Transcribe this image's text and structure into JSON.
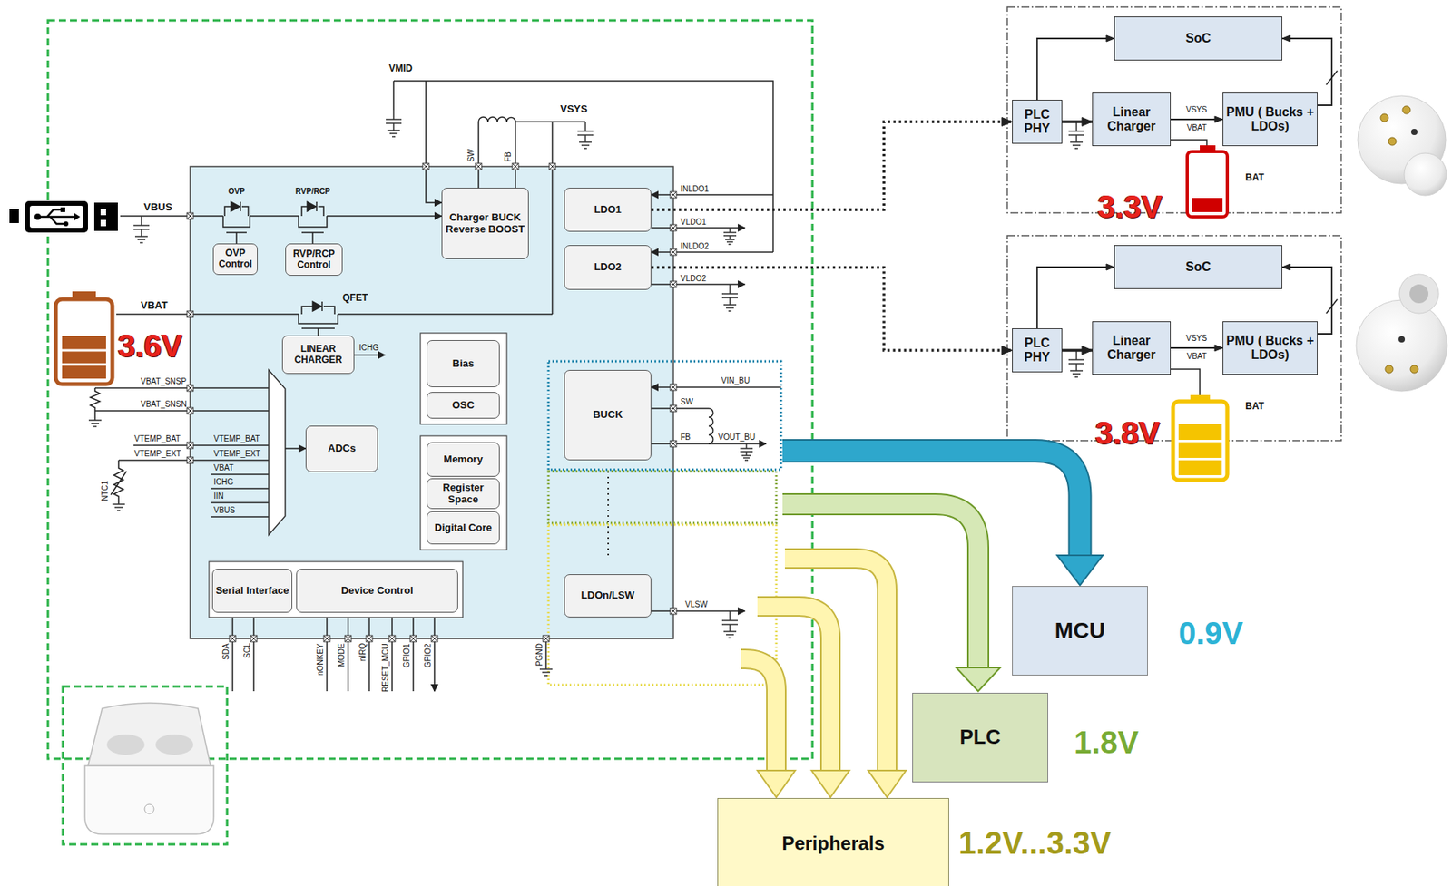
{
  "diagram": {
    "nodes": [
      {
        "text": [
          "Charger BUCK Reverse BOOST"
        ]
      },
      {
        "text": [
          "LDO1"
        ]
      },
      {
        "text": [
          "LDO2"
        ]
      },
      {
        "text": [
          "OVP Control"
        ]
      },
      {
        "text": [
          "RVP/RCP Control"
        ]
      },
      {
        "text": [
          "LINEAR CHARGER"
        ]
      },
      {
        "text": [
          "ADCs"
        ]
      },
      {
        "text": [
          "Bias"
        ]
      },
      {
        "text": [
          "OSC"
        ]
      },
      {
        "text": [
          "Memory"
        ]
      },
      {
        "text": [
          "Register Space"
        ]
      },
      {
        "text": [
          "Digital Core"
        ]
      },
      {
        "text": [
          "BUCK"
        ]
      },
      {
        "text": [
          "LDOn/LSW"
        ]
      },
      {
        "text": [
          "Serial Interface"
        ]
      },
      {
        "text": [
          "Device Control"
        ]
      },
      {
        "text": [
          "SoC"
        ]
      },
      {
        "text": [
          "PLC PHY"
        ]
      },
      {
        "text": [
          "Linear Charger"
        ]
      },
      {
        "text": [
          "PMU ( Bucks + LDOs)"
        ]
      },
      {
        "text": [
          "SoC"
        ]
      },
      {
        "text": [
          "PLC PHY"
        ]
      },
      {
        "text": [
          "Linear Charger"
        ]
      },
      {
        "text": [
          "PMU ( Bucks + LDOs)"
        ]
      },
      {
        "text": [
          "MCU"
        ]
      },
      {
        "text": [
          "PLC"
        ]
      },
      {
        "text": [
          "Peripherals"
        ]
      }
    ],
    "edges": [
      {
        "from": 1,
        "to": 17,
        "arrow": "to"
      },
      {
        "from": 2,
        "to": 21,
        "arrow": "to"
      },
      {
        "from": 17,
        "to": 16,
        "arrow": "to"
      },
      {
        "from": 17,
        "to": 18,
        "arrow": "to"
      },
      {
        "from": 18,
        "to": 19,
        "arrow": "to"
      },
      {
        "from": 19,
        "to": 16,
        "arrow": "to"
      },
      {
        "from": 21,
        "to": 20,
        "arrow": "to"
      },
      {
        "from": 21,
        "to": 22,
        "arrow": "to"
      },
      {
        "from": 22,
        "to": 23,
        "arrow": "to"
      },
      {
        "from": 23,
        "to": 20,
        "arrow": "to"
      },
      {
        "from": 12,
        "to": 24,
        "arrow": "to"
      },
      {
        "from": 13,
        "to": 26,
        "arrow": "to"
      },
      {
        "from": 13,
        "to": 26,
        "arrow": "to"
      },
      {
        "from": 13,
        "to": 26,
        "arrow": "to"
      }
    ],
    "labels": [
      "VMID",
      "VSYS",
      "SW",
      "FB",
      "VBUS",
      "OVP",
      "RVP/RCP",
      "VBAT",
      "3.6V",
      "QFET",
      "ICHG",
      "VBAT_SNSP",
      "VBAT_SNSN",
      "VTEMP_BAT",
      "VTEMP_EXT",
      "NTC1",
      "VTEMP_BAT",
      "VTEMP_EXT",
      "VBAT",
      "ICHG",
      "IIN",
      "VBUS",
      "INLDO1",
      "VLDO1",
      "INLDO2",
      "VLDO2",
      "VIN_BU",
      "SW",
      "FB",
      "VOUT_BU",
      "VLSW",
      "SDA",
      "SCL",
      "nONKEY",
      "MODE",
      "nIRQ",
      "RESET_MCU",
      "GPIO1",
      "GPIO2",
      "PGND",
      "VSYS",
      "VBAT",
      "BAT",
      "3.3V",
      "VSYS",
      "VBAT",
      "BAT",
      "3.8V",
      "0.9V",
      "1.8V",
      "1.2V...3.3V"
    ]
  }
}
